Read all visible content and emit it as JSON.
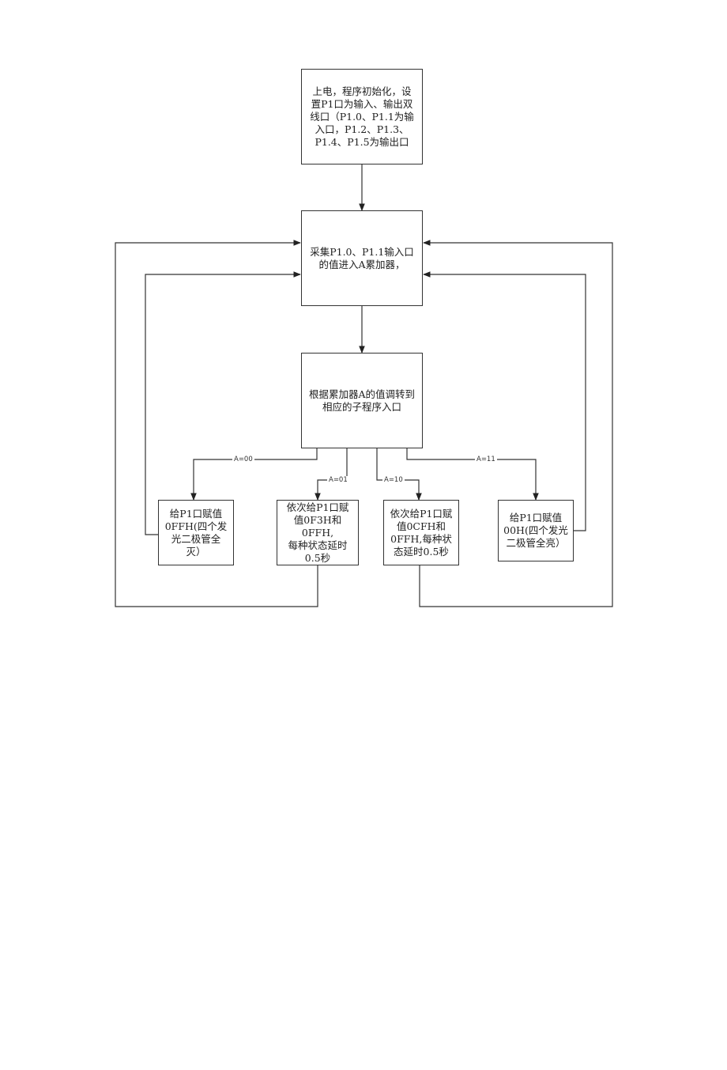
{
  "nodes": {
    "init": "上电，程序初始化，设\n置P1口为输入、输出双\n线口（P1.0、P1.1为输\n入口，P1.2、P1.3、\nP1.4、P1.5为输出口",
    "sample": "采集P1.0、P1.1输入口\n的值进入A累加器，",
    "dispatch": "根据累加器A的值调转到\n相应的子程序入口",
    "sub00": "给P1口赋值\n0FFH(四个发\n光二极管全\n灭）",
    "sub01": "依次给P1口赋\n值0F3H和0FFH,\n每种状态延时\n0.5秒",
    "sub10": "依次给P1口赋\n值0CFH和\n0FFH,每种状\n态延时0.5秒",
    "sub11": "给P1口赋值\n00H(四个发光\n二极管全亮）"
  },
  "edge_labels": {
    "a00": "A=00",
    "a01": "A=01",
    "a10": "A=10",
    "a11": "A=11"
  }
}
